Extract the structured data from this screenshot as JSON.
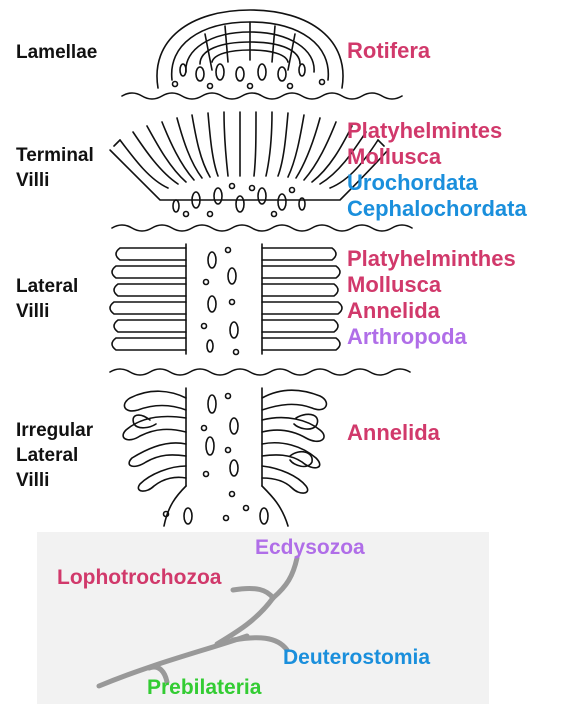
{
  "colors": {
    "protostome": "#d1396b",
    "deuterostome": "#1a8fdc",
    "ecdysozoa": "#b06ee8",
    "prebilateria": "#33cc33",
    "branch": "#999999"
  },
  "panels": [
    {
      "label_lines": [
        "Lamellae"
      ],
      "taxa": [
        {
          "name": "Rotifera",
          "group": "protostome"
        }
      ]
    },
    {
      "label_lines": [
        "Terminal",
        "Villi"
      ],
      "taxa": [
        {
          "name": "Platyhelmintes",
          "group": "protostome"
        },
        {
          "name": "Mollusca",
          "group": "protostome"
        },
        {
          "name": "Urochordata",
          "group": "deuterostome"
        },
        {
          "name": "Cephalochordata",
          "group": "deuterostome"
        }
      ]
    },
    {
      "label_lines": [
        "Lateral",
        "Villi"
      ],
      "taxa": [
        {
          "name": "Platyhelminthes",
          "group": "protostome"
        },
        {
          "name": "Mollusca",
          "group": "protostome"
        },
        {
          "name": "Annelida",
          "group": "protostome"
        },
        {
          "name": "Arthropoda",
          "group": "ecdysozoa"
        }
      ]
    },
    {
      "label_lines": [
        "Irregular",
        "Lateral",
        "Villi"
      ],
      "taxa": [
        {
          "name": "Annelida",
          "group": "protostome"
        }
      ]
    }
  ],
  "tree": {
    "lophotrochozoa": "Lophotrochozoa",
    "ecdysozoa": "Ecdysozoa",
    "deuterostomia": "Deuterostomia",
    "prebilateria": "Prebilateria"
  }
}
